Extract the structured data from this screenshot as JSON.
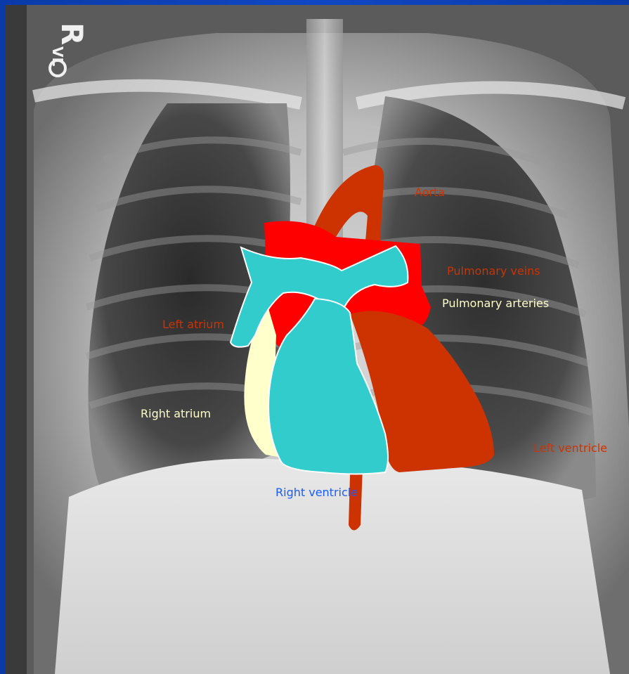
{
  "labels": {
    "aorta": "Aorta",
    "pulmonary_veins": "Pulmonary veins",
    "pulmonary_arteries": "Pulmonary arteries",
    "left_atrium": "Left atrium",
    "right_atrium": "Right atrium",
    "left_ventricle": "Left ventricle",
    "right_ventricle": "Right ventricle"
  },
  "marker": {
    "side": "R",
    "sub": "VL"
  },
  "colors": {
    "aorta": "#cc3300",
    "left_atrium": "#ff0000",
    "pulmonary_arteries": "#33cccc",
    "right_atrium": "#ffffcc",
    "left_ventricle": "#cc3300",
    "right_ventricle": "#33cccc",
    "label_aorta": "#cc3300",
    "label_pulmonary_veins": "#cc3300",
    "label_pulmonary_arteries": "#ffffcc",
    "label_left_atrium": "#cc3300",
    "label_right_atrium": "#ffffcc",
    "label_left_ventricle": "#cc3300",
    "label_right_ventricle": "#1a5cff",
    "frame": "#0b3fb3"
  }
}
